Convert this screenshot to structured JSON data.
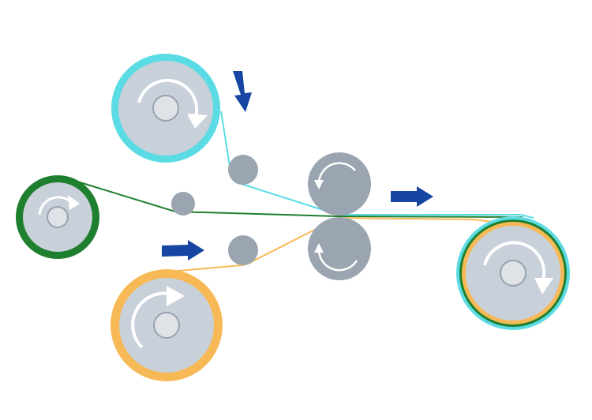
{
  "colors": {
    "background": "#ffffff",
    "roll_fill": "#c8d0da",
    "hub_fill": "#dfe3e8",
    "hub_stroke": "#98a2ae",
    "idler_fill": "#9aa5b1",
    "nip_fill": "#9aa5b1",
    "arrow_white": "#ffffff",
    "direction_arrow": "#1746a2",
    "web_cyan": "#5bdbe3",
    "web_green": "#1e7f2e",
    "web_orange": "#f7b955"
  },
  "components": {
    "top_unwind_roll": {
      "icon": "cyan-unwind-roll",
      "web_color": "cyan",
      "rotation": "clockwise"
    },
    "middle_unwind_roll": {
      "icon": "green-unwind-roll",
      "web_color": "green",
      "rotation": "clockwise"
    },
    "bottom_unwind_roll": {
      "icon": "orange-unwind-roll",
      "web_color": "orange",
      "rotation": "clockwise"
    },
    "laminating_nip": {
      "icon": "nip-roller-pair",
      "upper_rotation": "clockwise",
      "lower_rotation": "counterclockwise"
    },
    "rewind_roll": {
      "icon": "laminated-rewind-roll",
      "rotation": "clockwise"
    }
  },
  "flow_arrows": [
    {
      "icon": "arrow-down-icon",
      "direction": "down"
    },
    {
      "icon": "arrow-right-icon",
      "direction": "right"
    },
    {
      "icon": "arrow-right-icon",
      "direction": "right"
    }
  ]
}
